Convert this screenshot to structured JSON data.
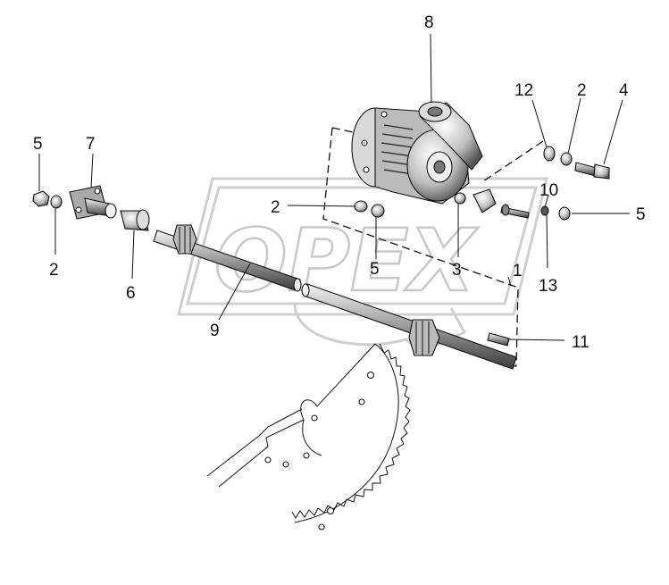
{
  "watermark": {
    "text": "OPEX"
  },
  "callouts": [
    {
      "id": "1",
      "text": "1"
    },
    {
      "id": "2a",
      "text": "2"
    },
    {
      "id": "2b",
      "text": "2"
    },
    {
      "id": "2c",
      "text": "2"
    },
    {
      "id": "3",
      "text": "3"
    },
    {
      "id": "4",
      "text": "4"
    },
    {
      "id": "5a",
      "text": "5"
    },
    {
      "id": "5b",
      "text": "5"
    },
    {
      "id": "5c",
      "text": "5"
    },
    {
      "id": "6",
      "text": "6"
    },
    {
      "id": "7",
      "text": "7"
    },
    {
      "id": "8",
      "text": "8"
    },
    {
      "id": "9",
      "text": "9"
    },
    {
      "id": "10",
      "text": "10"
    },
    {
      "id": "11",
      "text": "11"
    },
    {
      "id": "12",
      "text": "12"
    },
    {
      "id": "13",
      "text": "13"
    }
  ]
}
